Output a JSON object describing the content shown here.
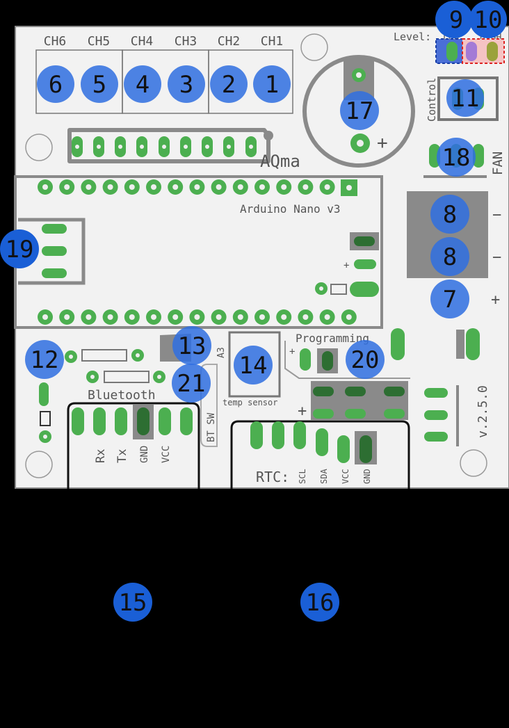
{
  "channels": [
    "CH6",
    "CH5",
    "CH4",
    "CH3",
    "CH2",
    "CH1"
  ],
  "board": {
    "brand": "AQma",
    "arduino_label": "Arduino Nano v3",
    "level_label": "Level:",
    "level_low": "LOW",
    "level_high": "HIGH",
    "control_label": "Control",
    "fan_label": "FAN",
    "programming_label": "Programming",
    "bluetooth_label": "Bluetooth",
    "temp_sensor_label": "temp sensor",
    "bt_sw_label": "BT SW",
    "a3_label": "A3",
    "rtc_label": "RTC:",
    "version_label": "v.2.5.0",
    "bt_pins": [
      "Rx",
      "Tx",
      "GND",
      "VCC"
    ],
    "rtc_pins": [
      "SCL",
      "SDA",
      "VCC",
      "GND"
    ],
    "plus": "+",
    "minus": "−"
  },
  "markers": {
    "m1": "1",
    "m2": "2",
    "m3": "3",
    "m4": "4",
    "m5": "5",
    "m6": "6",
    "m7": "7",
    "m8a": "8",
    "m8b": "8",
    "m9": "9",
    "m10": "10",
    "m11": "11",
    "m12": "12",
    "m13": "13",
    "m14": "14",
    "m15": "15",
    "m16": "16",
    "m17": "17",
    "m18": "18",
    "m19": "19",
    "m20": "20",
    "m21": "21"
  },
  "colors": {
    "board": "#f2f2f2",
    "pad": "#4caf50",
    "silkscreen": "#7a7a7a",
    "marker": "#1a5fd6"
  }
}
